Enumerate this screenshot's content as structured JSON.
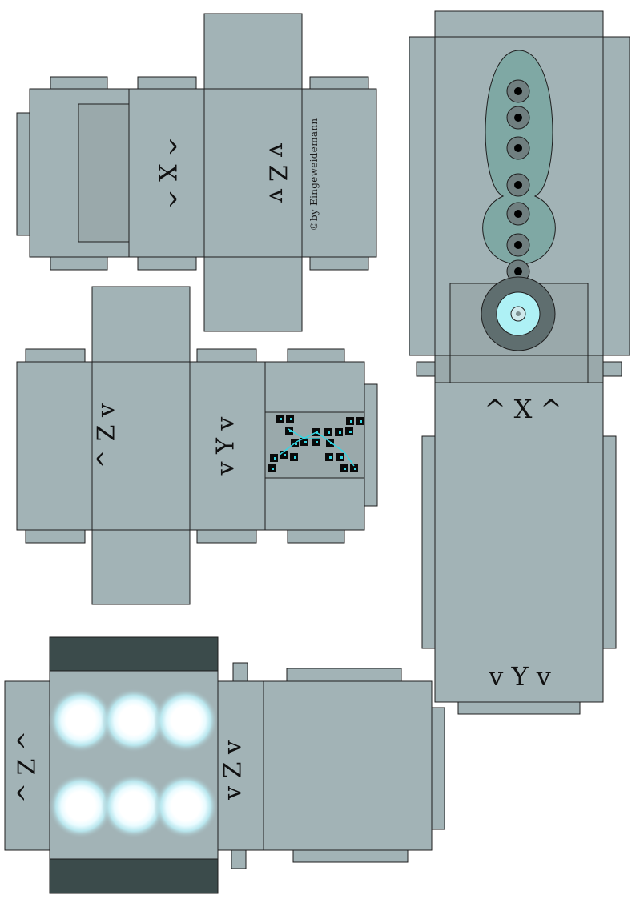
{
  "template": {
    "credit": "©by Eingeweidemann",
    "labels": {
      "p1_x": "^ X ^",
      "p1_z": "v Z v",
      "p2_z": "^ Z v",
      "p2_y": "v Y v",
      "p3_z_left": "^ Z ^",
      "p3_z_right": "v Z v",
      "p4_x": "^ X ^",
      "p4_y": "v Y v"
    }
  },
  "colors": {
    "panel": "#a2b3b6",
    "panel_dark": "#9aa9ab",
    "outline": "#1e1e1e",
    "flap_dark": "#3b4b4b",
    "teal": "#7fa8a4",
    "light": "#ffffff",
    "glow": "#bff4ff",
    "cyan": "#aef1f5",
    "grille_cyan": "#35d6e3"
  }
}
